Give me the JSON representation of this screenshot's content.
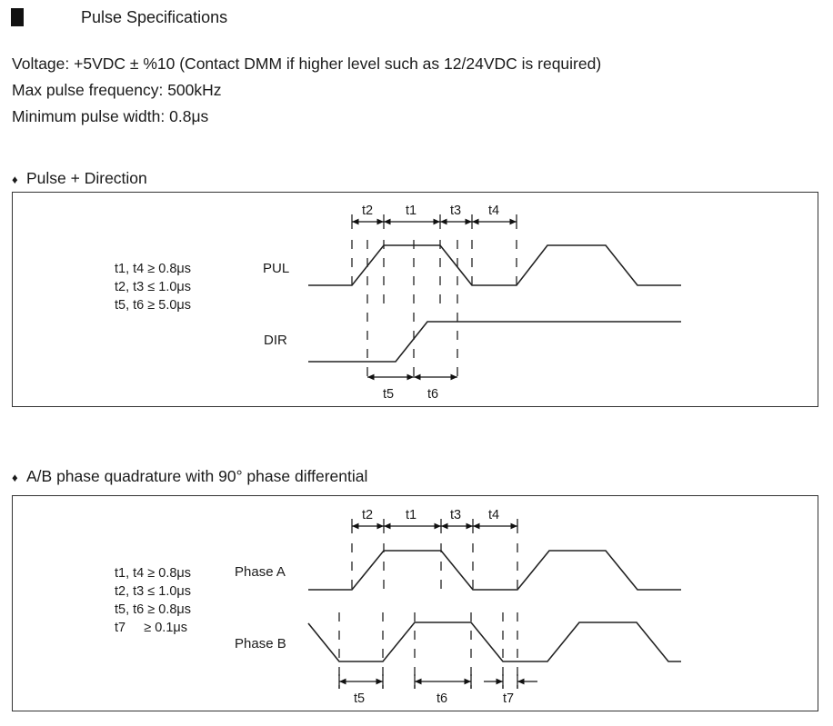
{
  "heading": "Pulse Specifications",
  "specs": [
    "Voltage: +5VDC ± %10  (Contact DMM if higher level such as 12/24VDC is required)",
    "Max pulse frequency: 500kHz",
    "Minimum pulse width: 0.8μs"
  ],
  "section1": {
    "bullet": "♦",
    "title": "Pulse + Direction",
    "conditions": [
      "t1, t4 ≥ 0.8μs",
      "t2, t3 ≤ 1.0μs",
      "t5, t6 ≥ 5.0μs"
    ],
    "signals": [
      "PUL",
      "DIR"
    ],
    "top_intervals": [
      "t2",
      "t1",
      "t3",
      "t4"
    ],
    "bottom_intervals": [
      "t5",
      "t6"
    ]
  },
  "section2": {
    "bullet": "♦",
    "title": "A/B phase quadrature with 90° phase differential",
    "conditions": [
      "t1, t4 ≥ 0.8μs",
      "t2, t3 ≤ 1.0μs",
      "t5, t6 ≥ 0.8μs",
      "t7     ≥ 0.1μs"
    ],
    "signals": [
      "Phase A",
      "Phase B"
    ],
    "top_intervals": [
      "t2",
      "t1",
      "t3",
      "t4"
    ],
    "bottom_intervals": [
      "t5",
      "t6",
      "t7"
    ]
  }
}
